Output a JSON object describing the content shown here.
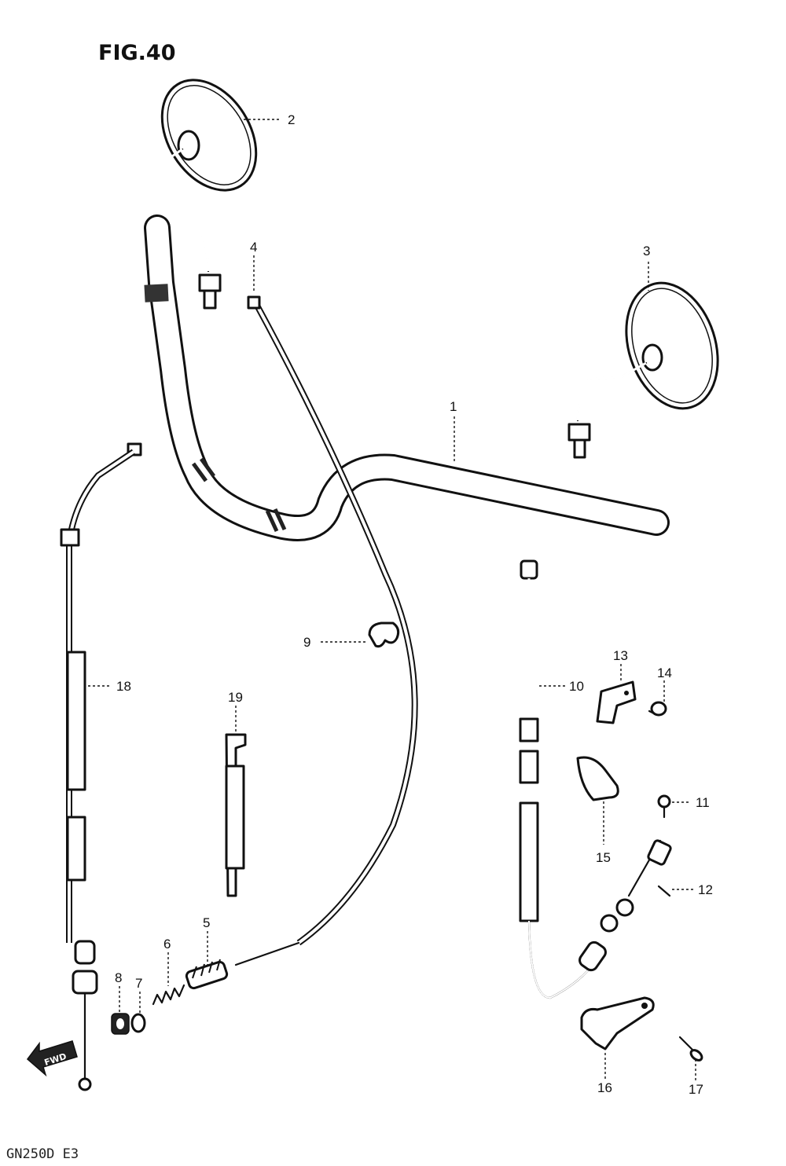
{
  "figure": {
    "title": "FIG.40",
    "footer": "GN250D  E3",
    "fwd_label": "FWD"
  },
  "callouts": [
    "1",
    "2",
    "3",
    "4",
    "5",
    "6",
    "7",
    "8",
    "9",
    "10",
    "11",
    "12",
    "13",
    "14",
    "15",
    "16",
    "17",
    "18",
    "19"
  ]
}
